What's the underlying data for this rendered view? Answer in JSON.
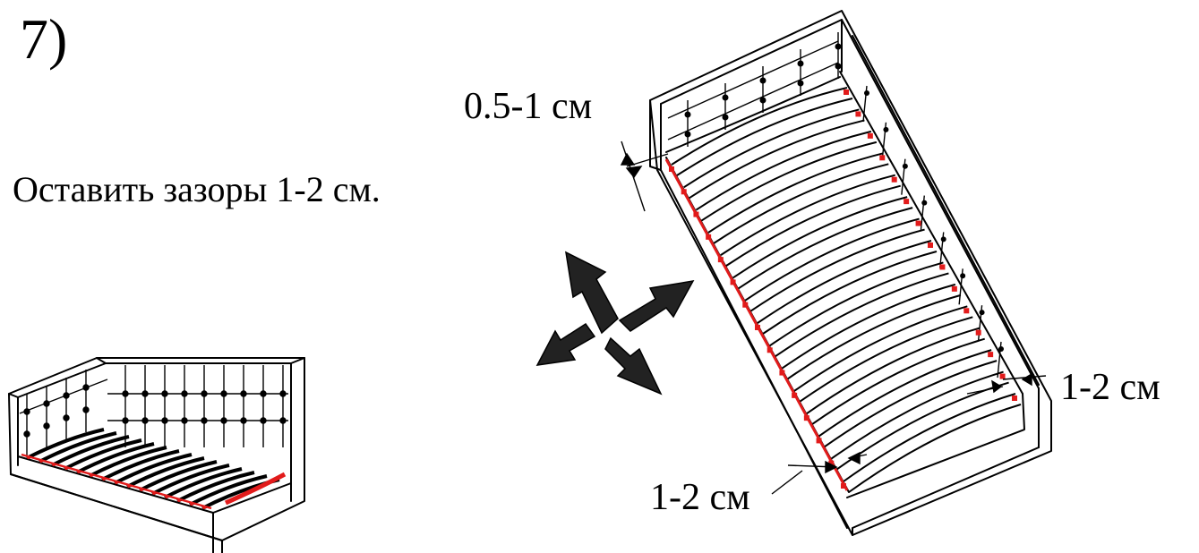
{
  "step": {
    "number": "7)"
  },
  "instruction": "Оставить зазоры 1-2 см.",
  "dimensions": {
    "head_gap": "0.5-1 см",
    "side_gap": "1-2 см",
    "foot_gap": "1-2 см"
  },
  "colors": {
    "line": "#000000",
    "gap_marker": "#e21b1b",
    "background": "#ffffff",
    "arrows": "#222222"
  },
  "icons": {
    "move_arrows": "four-way-arrow-icon",
    "overview": "small-bed-preview",
    "main": "bed-frame-slats-isometric"
  }
}
